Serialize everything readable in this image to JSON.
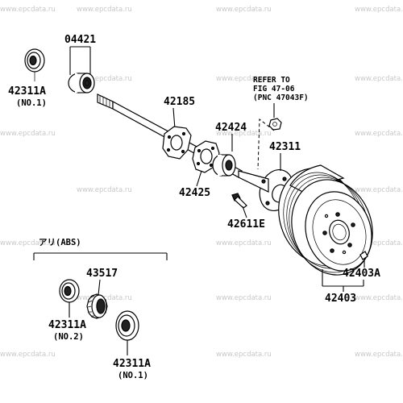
{
  "watermark": "www.epcdata.ru",
  "labels": {
    "p04421": "04421",
    "p42311a_top": "42311A",
    "p42311a_top_note": "(NO.1)",
    "p42185": "42185",
    "p42424": "42424",
    "p42425": "42425",
    "p42311": "42311",
    "p42611e": "42611E",
    "p42403a": "42403A",
    "p42403": "42403",
    "refer_1": "REFER TO",
    "refer_2": "FIG 47-06",
    "refer_3": "(PNC 47043F)",
    "abs_group": "アリ(ABS)",
    "p43517": "43517",
    "p42311a_mid": "42311A",
    "p42311a_mid_note": "(NO.2)",
    "p42311a_bot": "42311A",
    "p42311a_bot_note": "(NO.1)"
  }
}
